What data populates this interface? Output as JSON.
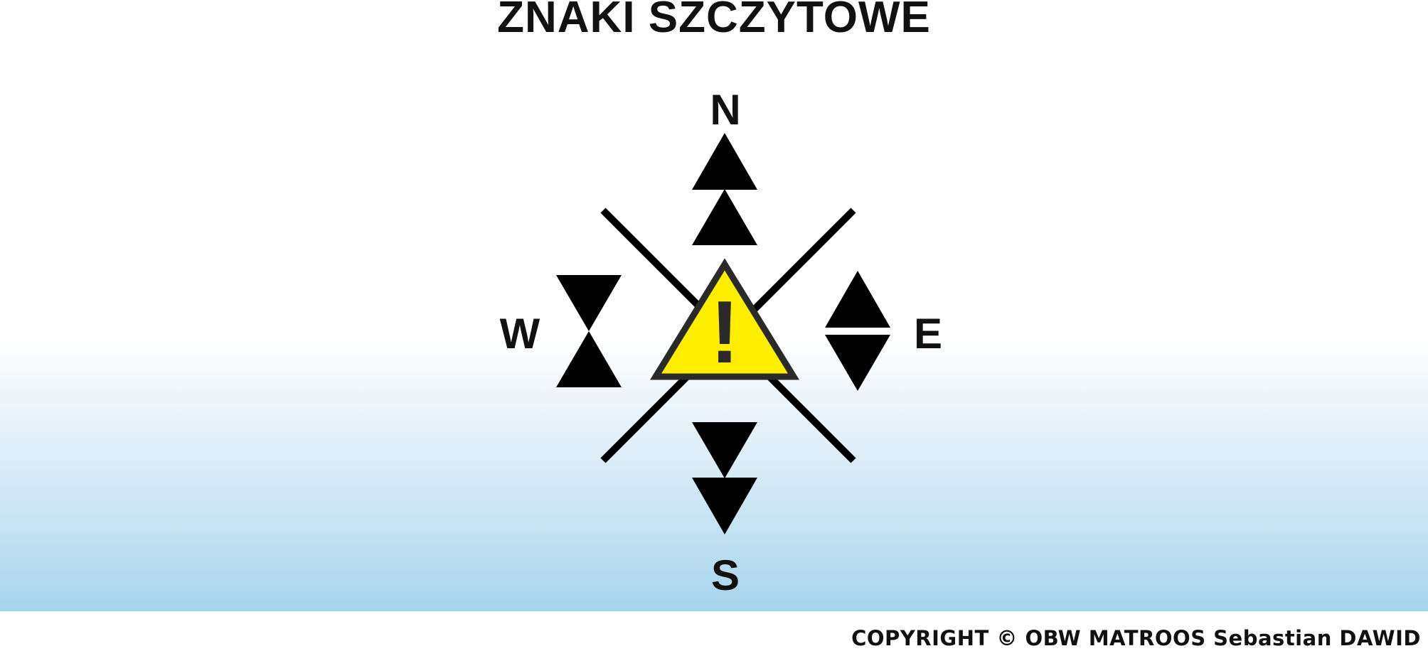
{
  "title": "ZNAKI SZCZYTOWE",
  "directions": {
    "north": "N",
    "east": "E",
    "south": "S",
    "west": "W"
  },
  "center_sign": {
    "symbol": "!",
    "icon": "warning-triangle-icon",
    "fill_color": "#ffee00",
    "stroke_color": "#2a2a2a"
  },
  "colors": {
    "marks": "#000000",
    "sky_bottom": "#a6d4ec"
  },
  "copyright": "COPYRIGHT © OBW MATROOS Sebastian DAWID"
}
